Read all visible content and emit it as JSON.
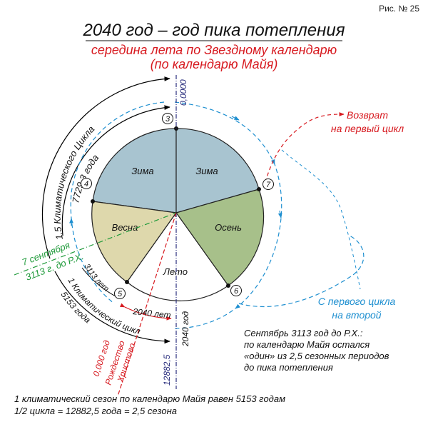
{
  "figure_label": "Рис. № 25",
  "title": "2040 год – год пика потепления",
  "subtitle_line1": "середина лета по Звездному календарю",
  "subtitle_line2": "(по календарю Майя)",
  "sectors": {
    "winter_left": "Зима",
    "winter_right": "Зима",
    "spring": "Весна",
    "autumn": "Осень",
    "summer": "Лето"
  },
  "markers": [
    "3",
    "4",
    "5",
    "6",
    "7"
  ],
  "top_axis_label": "0,0000",
  "bottom_axis_label": "12882,5",
  "arc_labels": {
    "cycle_outer": "1,5 Климатического Цикла",
    "cycle_years": "7729,3 года",
    "years_3113": "3113 лет",
    "years_2040": "2040 лет",
    "climatic_cycle": "1 Климатический цикл",
    "years_5153": "5153 года",
    "year_2040": "2040 год"
  },
  "september_label_line1": "7 сентября",
  "september_label_line2": "3113 г. до Р.Х.",
  "nativity_line1": "0,000 год",
  "nativity_line2": "Рождество",
  "nativity_line3": "Христово",
  "return_label_line1": "Возврат",
  "return_label_line2": "на первый цикл",
  "second_cycle_line1": "С первого цикла",
  "second_cycle_line2": "на второй",
  "note_lines": [
    "Сентябрь 3113 год до Р.Х.:",
    "по календарю Майя остался",
    "«один» из 2,5 сезонных периодов",
    "до пика потепления"
  ],
  "footer_line1": "1 климатический сезон по календарю Майя равен 5153 годам",
  "footer_line2": "1/2 цикла = 12882,5 года = 2,5 сезона",
  "colors": {
    "winter": "#a8c4d0",
    "spring": "#ded8ac",
    "autumn": "#a7c08a",
    "summer": "#ffffff",
    "red": "#d7191f",
    "blue_dashed": "#1e8fd0",
    "green": "#1f9a3a",
    "navy": "#2b2f7e"
  }
}
